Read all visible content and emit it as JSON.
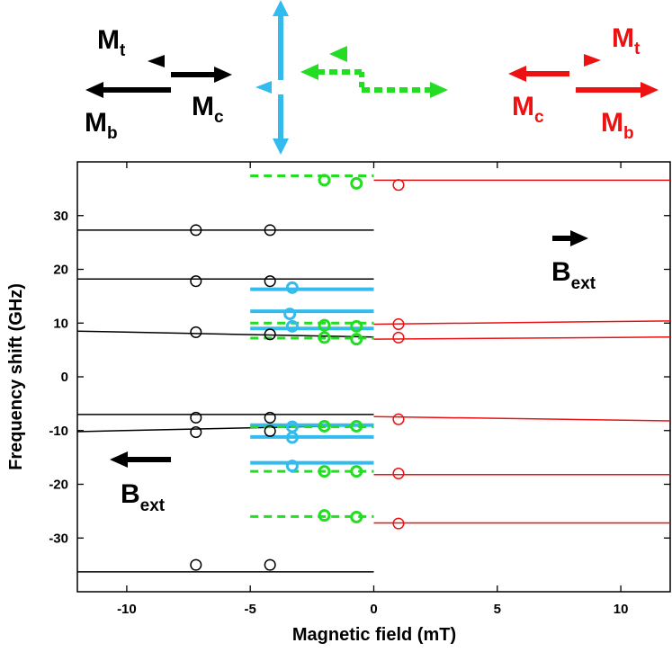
{
  "chart_data": {
    "type": "scatter",
    "xlabel": "Magnetic field (mT)",
    "ylabel": "Frequency shift (GHz)",
    "xlim": [
      -12,
      12
    ],
    "ylim": [
      -40,
      40
    ],
    "xticks": [
      -10,
      -5,
      0,
      5,
      10
    ],
    "yticks": [
      30,
      20,
      10,
      0,
      -10,
      -20,
      -30
    ],
    "xtick_labels": [
      "-10",
      "-5",
      "0",
      "5",
      "10"
    ],
    "ytick_labels": [
      "30",
      "20",
      "10",
      "0",
      "-10",
      "-20",
      "-30"
    ],
    "grid": false,
    "colors": {
      "black": "#000000",
      "cyan": "#33bbee",
      "green": "#22dd22",
      "red": "#ee1111"
    },
    "lines": [
      {
        "color": "black",
        "style": "solid",
        "x": [
          -12,
          0
        ],
        "y": [
          27.3,
          27.3
        ]
      },
      {
        "color": "black",
        "style": "solid",
        "x": [
          -12,
          0
        ],
        "y": [
          18.2,
          18.2
        ]
      },
      {
        "color": "black",
        "style": "solid",
        "x": [
          -12,
          0
        ],
        "y": [
          8.5,
          7.4
        ]
      },
      {
        "color": "black",
        "style": "solid",
        "x": [
          -12,
          0
        ],
        "y": [
          -7.0,
          -7.0
        ]
      },
      {
        "color": "black",
        "style": "solid",
        "x": [
          -12,
          0
        ],
        "y": [
          -10.2,
          -9.0
        ]
      },
      {
        "color": "black",
        "style": "solid",
        "x": [
          -12,
          0
        ],
        "y": [
          -36.3,
          -36.3
        ]
      },
      {
        "color": "cyan",
        "style": "solid",
        "x": [
          -5,
          0
        ],
        "y": [
          16.3,
          16.3
        ]
      },
      {
        "color": "cyan",
        "style": "solid",
        "x": [
          -5,
          0
        ],
        "y": [
          12.2,
          12.2
        ]
      },
      {
        "color": "cyan",
        "style": "solid",
        "x": [
          -5,
          0
        ],
        "y": [
          9.0,
          9.0
        ]
      },
      {
        "color": "cyan",
        "style": "solid",
        "x": [
          -5,
          0
        ],
        "y": [
          -9.0,
          -9.0
        ]
      },
      {
        "color": "cyan",
        "style": "solid",
        "x": [
          -5,
          0
        ],
        "y": [
          -11.2,
          -11.2
        ]
      },
      {
        "color": "cyan",
        "style": "solid",
        "x": [
          -5,
          0
        ],
        "y": [
          -16.0,
          -16.0
        ]
      },
      {
        "color": "green",
        "style": "dashed",
        "x": [
          -5,
          0
        ],
        "y": [
          37.4,
          37.4
        ]
      },
      {
        "color": "green",
        "style": "dashed",
        "x": [
          -5,
          0
        ],
        "y": [
          10.0,
          10.0
        ]
      },
      {
        "color": "green",
        "style": "dashed",
        "x": [
          -5,
          0
        ],
        "y": [
          7.2,
          7.2
        ]
      },
      {
        "color": "green",
        "style": "dashed",
        "x": [
          -5,
          0
        ],
        "y": [
          -9.3,
          -9.3
        ]
      },
      {
        "color": "green",
        "style": "dashed",
        "x": [
          -5,
          0
        ],
        "y": [
          -17.6,
          -17.6
        ]
      },
      {
        "color": "green",
        "style": "dashed",
        "x": [
          -5,
          0
        ],
        "y": [
          -26.0,
          -26.0
        ]
      },
      {
        "color": "red",
        "style": "solid",
        "x": [
          0,
          12
        ],
        "y": [
          36.6,
          36.6
        ]
      },
      {
        "color": "red",
        "style": "solid",
        "x": [
          0,
          12
        ],
        "y": [
          9.8,
          10.4
        ]
      },
      {
        "color": "red",
        "style": "solid",
        "x": [
          0,
          12
        ],
        "y": [
          7.0,
          7.4
        ]
      },
      {
        "color": "red",
        "style": "solid",
        "x": [
          0,
          12
        ],
        "y": [
          -7.4,
          -8.2
        ]
      },
      {
        "color": "red",
        "style": "solid",
        "x": [
          0,
          12
        ],
        "y": [
          -18.2,
          -18.2
        ]
      },
      {
        "color": "red",
        "style": "solid",
        "x": [
          0,
          12
        ],
        "y": [
          -27.2,
          -27.2
        ]
      }
    ],
    "points": [
      {
        "color": "black",
        "x": -7.2,
        "y": 27.3
      },
      {
        "color": "black",
        "x": -4.2,
        "y": 27.3
      },
      {
        "color": "black",
        "x": -7.2,
        "y": 17.8
      },
      {
        "color": "black",
        "x": -4.2,
        "y": 17.8
      },
      {
        "color": "black",
        "x": -7.2,
        "y": 8.3
      },
      {
        "color": "black",
        "x": -4.2,
        "y": 7.9
      },
      {
        "color": "black",
        "x": -7.2,
        "y": -7.6
      },
      {
        "color": "black",
        "x": -4.2,
        "y": -7.6
      },
      {
        "color": "black",
        "x": -7.2,
        "y": -10.3
      },
      {
        "color": "black",
        "x": -4.2,
        "y": -10.1
      },
      {
        "color": "black",
        "x": -7.2,
        "y": -35.0
      },
      {
        "color": "black",
        "x": -4.2,
        "y": -35.0
      },
      {
        "color": "cyan",
        "x": -3.3,
        "y": 16.6
      },
      {
        "color": "cyan",
        "x": -3.4,
        "y": 11.7
      },
      {
        "color": "cyan",
        "x": -3.3,
        "y": 9.4
      },
      {
        "color": "cyan",
        "x": -3.3,
        "y": -9.3
      },
      {
        "color": "cyan",
        "x": -3.3,
        "y": -11.3
      },
      {
        "color": "cyan",
        "x": -3.3,
        "y": -16.6
      },
      {
        "color": "green",
        "x": -2.0,
        "y": 36.6
      },
      {
        "color": "green",
        "x": -0.7,
        "y": 36.0
      },
      {
        "color": "green",
        "x": -2.0,
        "y": 9.6
      },
      {
        "color": "green",
        "x": -0.7,
        "y": 9.4
      },
      {
        "color": "green",
        "x": -2.0,
        "y": 7.3
      },
      {
        "color": "green",
        "x": -0.7,
        "y": 7.0
      },
      {
        "color": "green",
        "x": -2.0,
        "y": -9.2
      },
      {
        "color": "green",
        "x": -0.7,
        "y": -9.2
      },
      {
        "color": "green",
        "x": -2.0,
        "y": -17.6
      },
      {
        "color": "green",
        "x": -0.7,
        "y": -17.6
      },
      {
        "color": "green",
        "x": -2.0,
        "y": -25.8
      },
      {
        "color": "green",
        "x": -0.7,
        "y": -26.1
      },
      {
        "color": "red",
        "x": 1.0,
        "y": 35.7
      },
      {
        "color": "red",
        "x": 1.0,
        "y": 9.8
      },
      {
        "color": "red",
        "x": 1.0,
        "y": 7.3
      },
      {
        "color": "red",
        "x": 1.0,
        "y": -7.9
      },
      {
        "color": "red",
        "x": 1.0,
        "y": -18.0
      },
      {
        "color": "red",
        "x": 1.0,
        "y": -27.3
      }
    ],
    "annotations": {
      "b_ext_label": "B",
      "b_ext_sub": "ext"
    }
  },
  "header_labels": {
    "m": "M",
    "t": "t",
    "b": "b",
    "c": "c"
  }
}
